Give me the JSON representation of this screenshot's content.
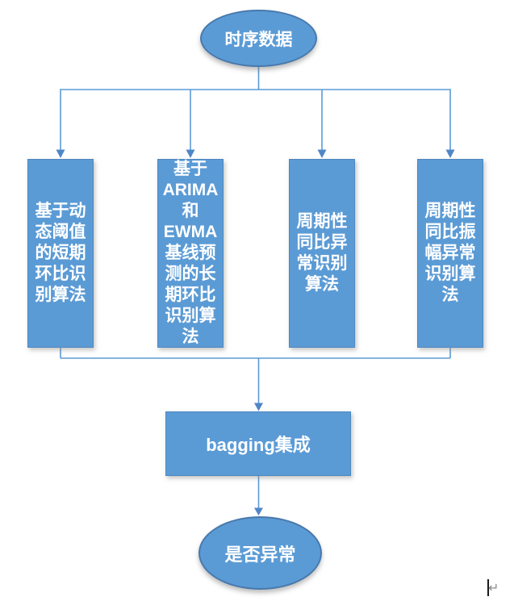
{
  "flowchart": {
    "nodes": {
      "start": {
        "label": "时序数据",
        "shape": "ellipse"
      },
      "algo1": {
        "label": "基于动\n态阈值\n的短期\n环比识\n别算法",
        "shape": "rect"
      },
      "algo2": {
        "label": "基于\nARIMA\n和\nEWMA\n基线预\n测的长\n期环比\n识别算\n法",
        "shape": "rect"
      },
      "algo3": {
        "label": "周期性\n同比异\n常识别\n算法",
        "shape": "rect"
      },
      "algo4": {
        "label": "周期性\n同比振\n幅异常\n识别算\n法",
        "shape": "rect"
      },
      "ensemble": {
        "label": "bagging集成",
        "shape": "rect"
      },
      "end": {
        "label": "是否异常",
        "shape": "ellipse"
      }
    },
    "colors": {
      "node_fill": "#5B9BD5",
      "node_border": "#4779AC",
      "connector_line": "#5B9BD5",
      "arrowhead": "#4F86C6",
      "label_text": "#FFFFFF"
    }
  },
  "editor": {
    "paragraph_mark": "↵"
  }
}
